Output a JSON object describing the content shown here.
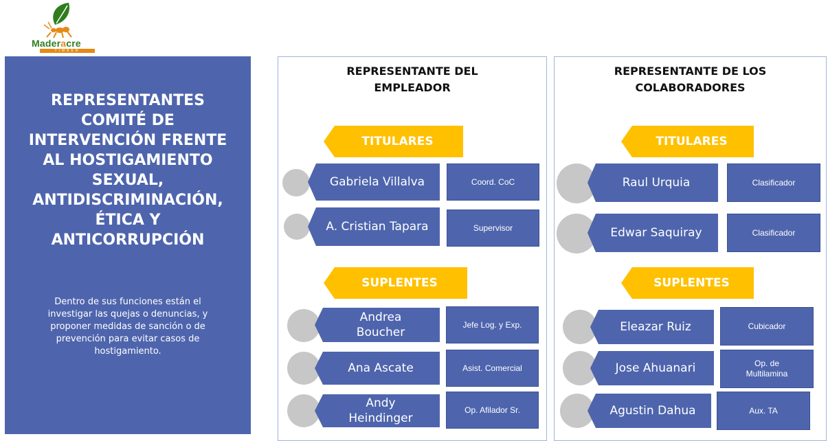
{
  "logo": {
    "word_a": "Mader",
    "word_b": "a",
    "word_c": "cre",
    "tag": "TIMBER"
  },
  "side": {
    "title": "REPRESENTANTES\nCOMITÉ DE\nINTERVENCIÓN FRENTE\nAL HOSTIGAMIENTO\nSEXUAL,\nANTIDISCRIMINACIÓN,\nÉTICA Y\nANTICORRUPCIÓN",
    "description": "Dentro de sus funciones están el\ninvestigar las quejas o denuncias, y\nproponer medidas de sanción o de\nprevención para evitar casos de\nhostigamiento."
  },
  "empleador": {
    "title": "REPRESENTANTE DEL\nEMPLEADOR",
    "titulares_label": "TITULARES",
    "suplentes_label": "SUPLENTES",
    "titulares": [
      {
        "name": "Gabriela Villalva",
        "role": "Coord. CoC"
      },
      {
        "name": "A. Cristian Tapara",
        "role": "Supervisor"
      }
    ],
    "suplentes": [
      {
        "name": "Andrea\nBoucher",
        "role": "Jefe Log. y Exp."
      },
      {
        "name": "Ana Ascate",
        "role": "Asist. Comercial"
      },
      {
        "name": "Andy\nHeindinger",
        "role": "Op. Afilador Sr."
      }
    ]
  },
  "colaboradores": {
    "title": "REPRESENTANTE DE LOS\nCOLABORADORES",
    "titulares_label": "TITULARES",
    "suplentes_label": "SUPLENTES",
    "titulares": [
      {
        "name": "Raul Urquia",
        "role": "Clasificador"
      },
      {
        "name": "Edwar Saquiray",
        "role": "Clasificador"
      }
    ],
    "suplentes": [
      {
        "name": "Eleazar Ruiz",
        "role": "Cubicador"
      },
      {
        "name": "Jose Ahuanari",
        "role": "Op. de\nMultilamina"
      },
      {
        "name": "Agustin Dahua",
        "role": "Aux. TA"
      }
    ]
  },
  "colors": {
    "panel": "#4e65ad",
    "banner": "#ffc000",
    "circle": "#c7c7c7",
    "border": "#9fb4d8"
  }
}
